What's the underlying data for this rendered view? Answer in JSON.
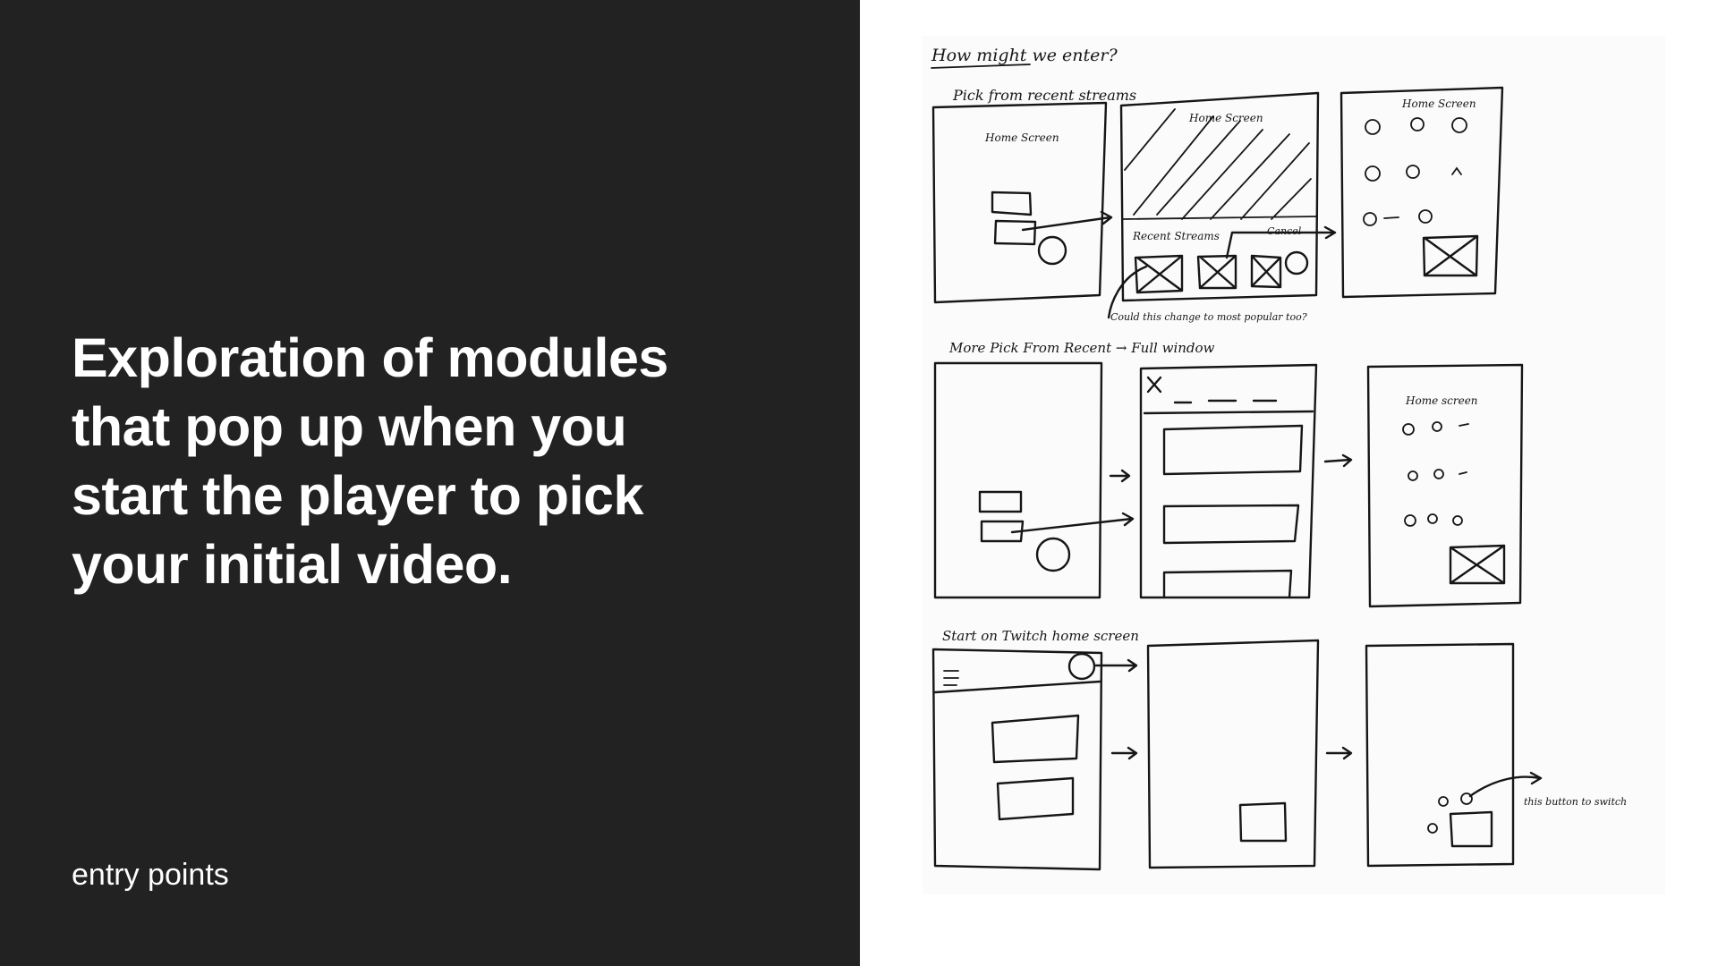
{
  "slide": {
    "headline": "Exploration of modules that pop up when you start the player to pick your initial video.",
    "caption": "entry points"
  },
  "sketch": {
    "page_heading": "How might we enter?",
    "row1_label": "Pick from recent streams",
    "row1_frame1_label": "Home Screen",
    "row1_frame2_label": "Home Screen",
    "row1_frame2_section": "Recent Streams",
    "row1_frame2_cancel": "Cancel",
    "row1_note": "Could this change to most popular too?",
    "row1_frame3_label": "Home Screen",
    "row2_label": "More Pick From Recent → Full window",
    "row2_frame3_label": "Home screen",
    "row3_label": "Start on Twitch home screen",
    "row3_note": "this button to switch"
  },
  "colors": {
    "left_background": "#222222",
    "right_background": "#ffffff",
    "text": "#ffffff",
    "ink": "#161616"
  }
}
